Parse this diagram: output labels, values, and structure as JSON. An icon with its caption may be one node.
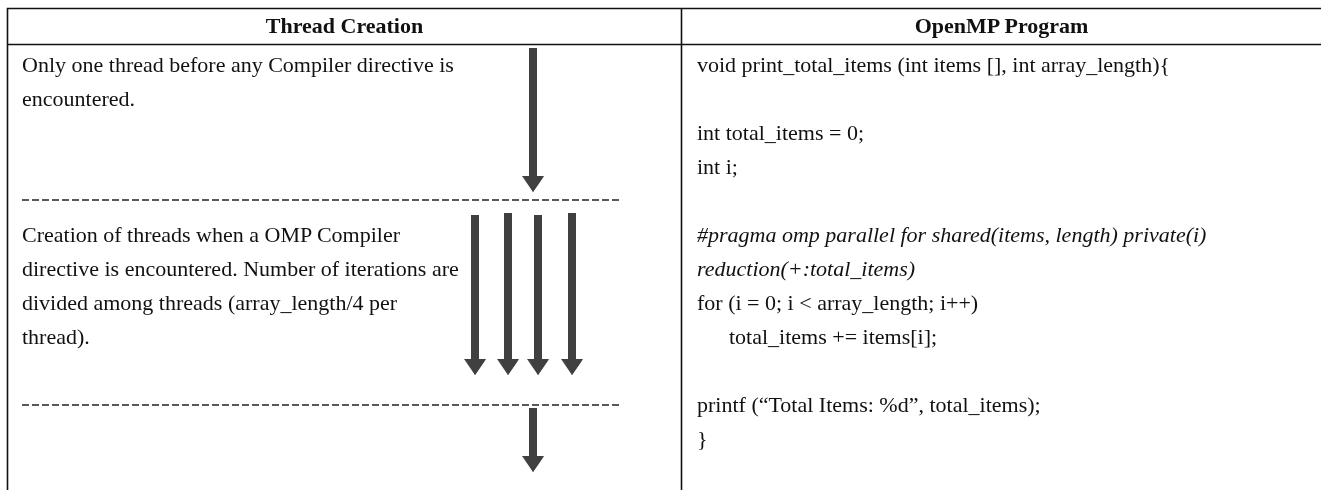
{
  "diagram": {
    "labels": [
      "Thread Creation",
      "OpenMP Program",
      "Only one thread before any Compiler directive is encountered.",
      "void print_total_items (int items [], int array_length){",
      "int total_items = 0;",
      "int i;",
      "Creation of threads when a OMP Compiler directive is encountered. Number of iterations are divided among threads (array_length/4 per thread).",
      "#pragma omp parallel for shared(items, length) private(i) reduction(+:total_items)",
      "for (i = 0; i < array_length; i++)",
      "total_items += items[i];",
      "printf (“Total Items: %d”, total_items);",
      "}"
    ]
  }
}
